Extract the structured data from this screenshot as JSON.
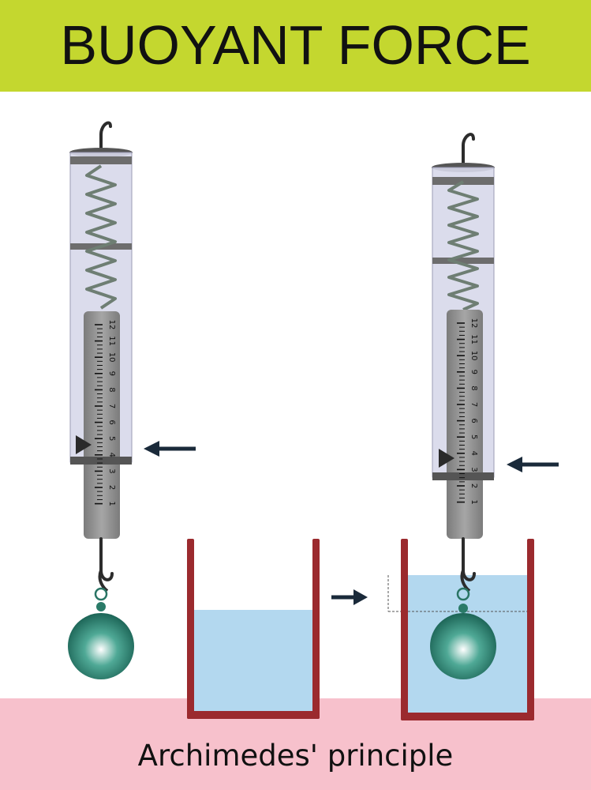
{
  "title": "BUOYANT FORCE",
  "caption": "Archimedes' principle",
  "colors": {
    "title_bar": "#c4d72f",
    "ground": "#f7c1cc",
    "water": "#b3d8ef",
    "beaker": "#9b2a2e",
    "tube": "#d7d8ea",
    "inner_cylinder": "#8c8c8c",
    "weight": "#2a8a78",
    "arrow": "#1a2a3a"
  },
  "icons": {
    "left_scale": "spring-scale-icon",
    "right_scale": "spring-scale-icon",
    "weight": "sphere-weight-icon",
    "beaker": "beaker-icon"
  },
  "scales": {
    "left": {
      "state": "in air",
      "tick_labels": [
        "12",
        "11",
        "10",
        "9",
        "8",
        "7",
        "6",
        "5",
        "4",
        "3",
        "2",
        "1"
      ],
      "reading": 5
    },
    "right": {
      "state": "submerged in water",
      "tick_labels": [
        "12",
        "11",
        "10",
        "9",
        "8",
        "7",
        "6",
        "5",
        "4",
        "3",
        "2",
        "1"
      ],
      "reading": 4
    }
  }
}
